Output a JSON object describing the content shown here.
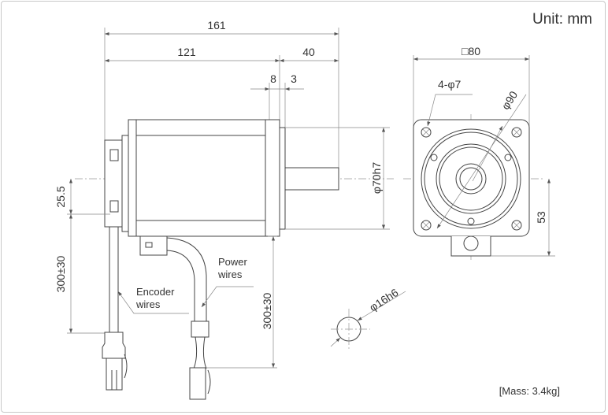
{
  "unit_label": "Unit: mm",
  "mass_label": "[Mass: 3.4kg]",
  "dimensions": {
    "overall_length": "161",
    "body_length": "121",
    "shaft_length": "40",
    "flange_8": "8",
    "flange_3": "3",
    "pilot_diameter": "φ70h7",
    "encoder_offset": "25.5",
    "encoder_wire_length": "300±30",
    "power_wire_length": "300±30",
    "square_size": "□80",
    "mount_holes": "4-φ7",
    "bolt_circle": "φ90",
    "connector_height": "53",
    "shaft_diameter": "φ16h6"
  },
  "labels": {
    "encoder_wires_1": "Encoder",
    "encoder_wires_2": "wires",
    "power_wires_1": "Power",
    "power_wires_2": "wires"
  }
}
